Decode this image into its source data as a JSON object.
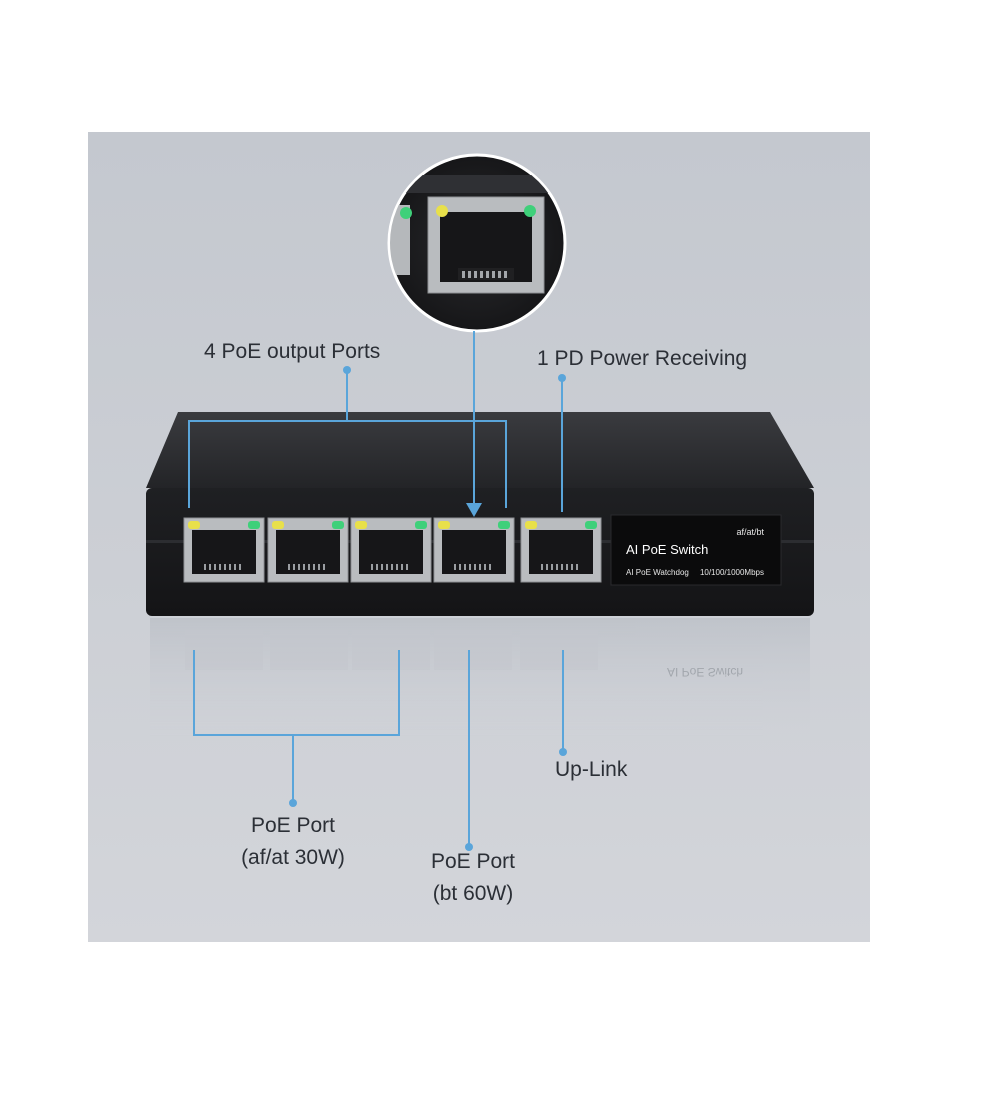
{
  "callouts": {
    "output_ports": "4 PoE output Ports",
    "pd_receiving": "1 PD Power Receiving",
    "uplink": "Up-Link",
    "poe_30w_line1": "PoE Port",
    "poe_30w_line2": "(af/at 30W)",
    "poe_60w_line1": "PoE Port",
    "poe_60w_line2": "(bt 60W)"
  },
  "device": {
    "product_name": "AI PoE Switch",
    "standards": "af/at/bt",
    "feature": "AI PoE Watchdog",
    "speed": "10/100/1000Mbps",
    "reflection_text": "AI PoE Switch"
  },
  "colors": {
    "panel_bg": "#c9ccd3",
    "leader_line": "#5aa5da",
    "device_body": "#1c1c1e",
    "port_frame": "#b9bcbf",
    "led_yellow": "#e8e04a",
    "led_green": "#3fd07a"
  }
}
